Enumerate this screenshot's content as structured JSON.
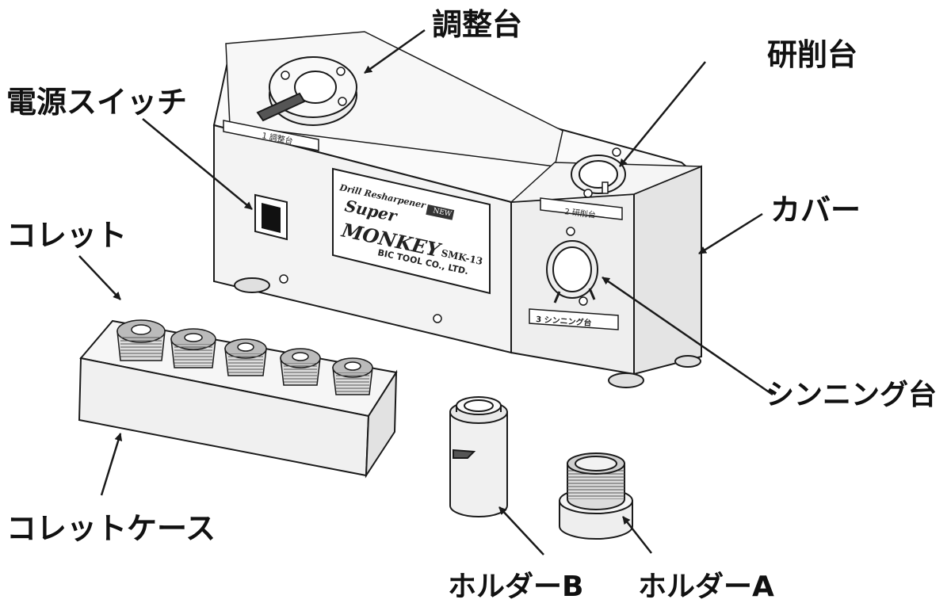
{
  "labels": {
    "adjust_stage": "調整台",
    "grind_stage": "研削台",
    "power_switch": "電源スイッチ",
    "cover": "カバー",
    "collet": "コレット",
    "thinning_stage": "シンニング台",
    "collet_case": "コレットケース",
    "holder_b": "ホルダーB",
    "holder_a": "ホルダーA"
  },
  "machine_panel": {
    "line1": "Drill Resharpener",
    "badge": "NEW",
    "line2": "Super",
    "line3": "MONKEY",
    "model": "SMK-13",
    "maker": "BIC TOOL CO., LTD."
  },
  "station_tags": {
    "stage1": "1 調整台",
    "stage2": "2 研削台",
    "stage3": "3 シンニング台"
  },
  "colors": {
    "line": "#1a1a1a",
    "body_front": "#f3f3f3",
    "body_top": "#fafafa",
    "body_side": "#e4e4e4"
  }
}
